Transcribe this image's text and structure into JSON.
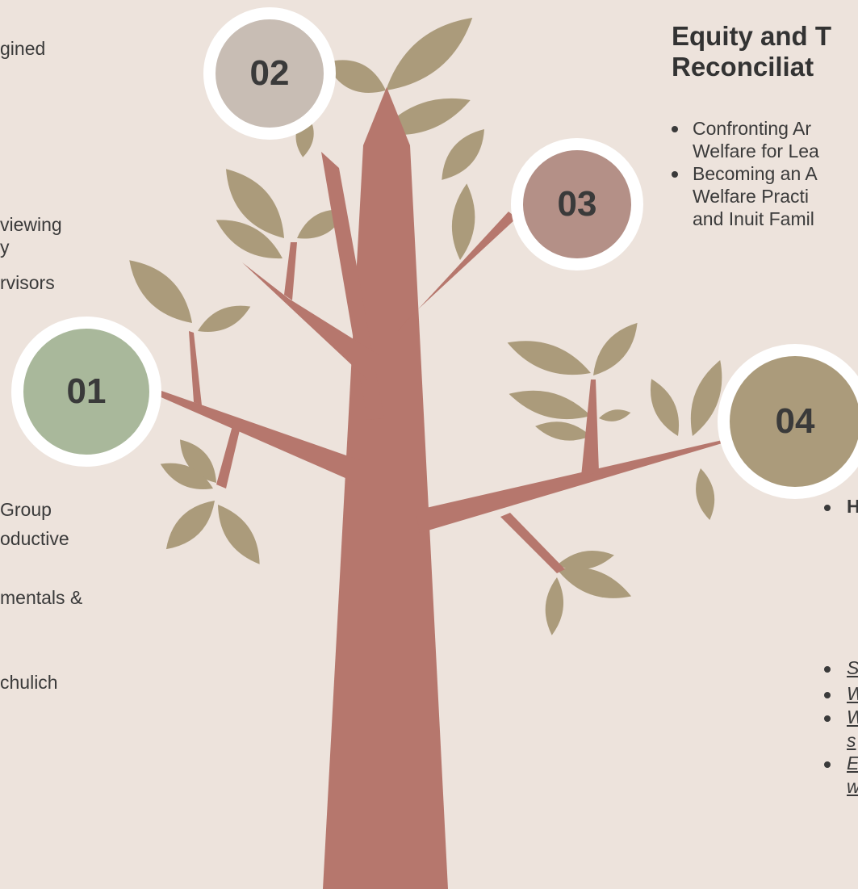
{
  "colors": {
    "background": "#ede3dc",
    "trunk": "#b6776d",
    "leaf": "#ab9b7b",
    "circle_01": "#a9b89b",
    "circle_02": "#c8bdb4",
    "circle_03": "#b49087",
    "circle_04": "#ab9b7b",
    "ring": "#ffffff",
    "text": "#333333"
  },
  "left_column": {
    "fragments": [
      "gined",
      "viewing",
      "y",
      "rvisors",
      "Group",
      "oductive",
      "mentals &",
      "chulich"
    ]
  },
  "circles": [
    {
      "id": "01",
      "label": "01"
    },
    {
      "id": "02",
      "label": "02"
    },
    {
      "id": "03",
      "label": "03"
    },
    {
      "id": "04",
      "label": "04"
    }
  ],
  "section_03": {
    "title_lines": [
      "Equity and T",
      "Reconciliat"
    ],
    "items": [
      {
        "lines": [
          "Confronting Ar",
          "Welfare for Lea"
        ]
      },
      {
        "lines": [
          "Becoming an A",
          "Welfare Practi",
          "and Inuit Famil"
        ]
      }
    ]
  },
  "section_04": {
    "item_bold": "H",
    "links": [
      {
        "lines": [
          "S"
        ]
      },
      {
        "lines": [
          "W"
        ]
      },
      {
        "lines": [
          "W",
          "s"
        ]
      },
      {
        "lines": [
          "E",
          "w"
        ]
      }
    ]
  }
}
